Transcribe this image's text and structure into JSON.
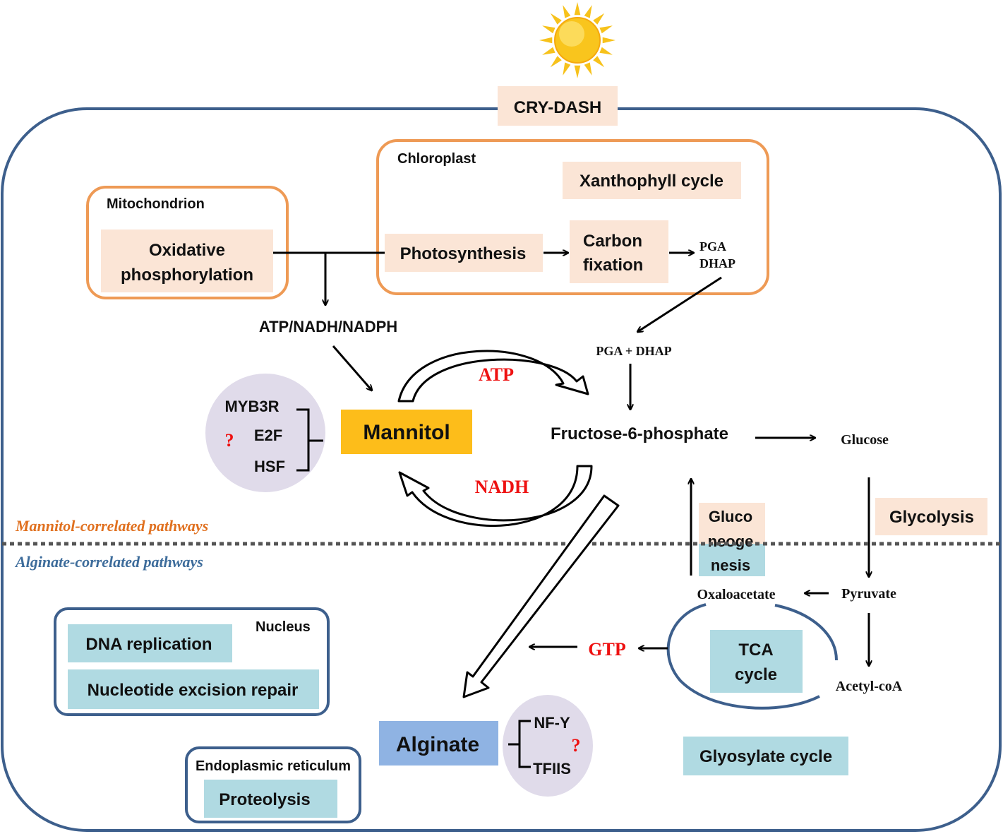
{
  "colors": {
    "cell_border": "#3d5f8c",
    "organelle_border": "#ee9a55",
    "orange_box": "#fbe5d6",
    "blue_box": "#b0dae2",
    "mannitol_box": "#fdbd1a",
    "alginate_box": "#8fb3e3",
    "lavender_circle": "#e0dbea",
    "red_text": "#ee1111",
    "mannitol_section": "#e0701f",
    "alginate_section": "#3d6c9b",
    "sun": "#f7c21b"
  },
  "top": {
    "cry_dash": "CRY-DASH"
  },
  "chloroplast": {
    "label": "Chloroplast",
    "xanthophyll": "Xanthophyll cycle",
    "photosynthesis": "Photosynthesis",
    "carbon_fixation": [
      "Carbon",
      "fixation"
    ],
    "pga": "PGA",
    "dhap": "DHAP"
  },
  "mitochondrion": {
    "label": "Mitochondrion",
    "oxidative": [
      "Oxidative",
      "phosphorylation"
    ]
  },
  "energy": "ATP/NADH/NADPH",
  "pga_dhap": "PGA + DHAP",
  "mannitol": "Mannitol",
  "fructose": "Fructose-6-phosphate",
  "glucose": "Glucose",
  "atp": "ATP",
  "nadh": "NADH",
  "tf_mannitol": {
    "items": [
      "MYB3R",
      "E2F",
      "HSF"
    ],
    "question": "?"
  },
  "tf_alginate": {
    "items": [
      "NF-Y",
      "TFIIS"
    ],
    "question": "?"
  },
  "gluconeogenesis": [
    "Gluco",
    "neoge",
    "nesis"
  ],
  "glycolysis": "Glycolysis",
  "oxaloacetate": "Oxaloacetate",
  "pyruvate": "Pyruvate",
  "acetyl_coa": "Acetyl-coA",
  "tca": [
    "TCA",
    "cycle"
  ],
  "gtp": "GTP",
  "glyoxylate": "Glyosylate cycle",
  "sections": {
    "mannitol": "Mannitol-correlated pathways",
    "alginate": "Alginate-correlated pathways"
  },
  "nucleus": {
    "label": "Nucleus",
    "dna_replication": "DNA replication",
    "ner": "Nucleotide excision repair"
  },
  "er": {
    "label": "Endoplasmic reticulum",
    "proteolysis": "Proteolysis"
  },
  "alginate": "Alginate"
}
